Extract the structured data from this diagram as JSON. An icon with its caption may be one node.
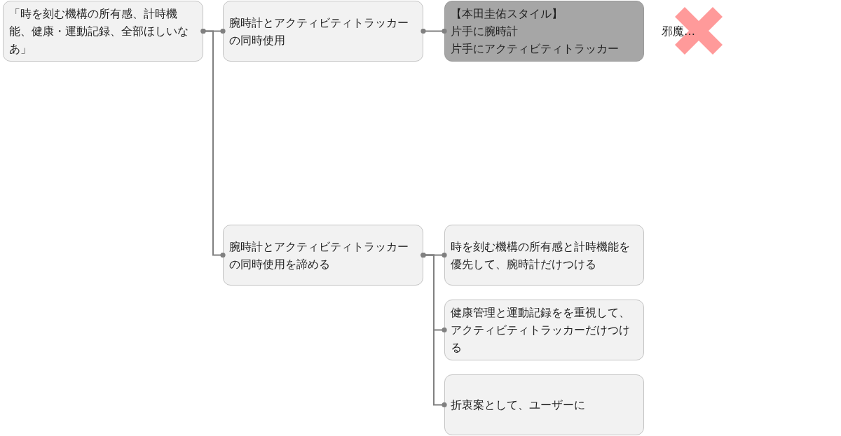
{
  "diagram": {
    "nodes": [
      {
        "text": [
          "「時を刻む機構の所有感、計時機能、健康・運動記録、全部ほしいなあ」"
        ]
      },
      {
        "text": [
          "腕時計とアクティビティトラッカーの同時使用"
        ]
      },
      {
        "text": [
          "【本田圭佑スタイル】",
          "片手に腕時計",
          "片手にアクティビティトラッカー"
        ]
      },
      {
        "text": [
          "腕時計とアクティビティトラッカーの同時使用を諦める"
        ]
      },
      {
        "text": [
          "時を刻む機構の所有感と計時機能を優先して、腕時計だけつける"
        ]
      },
      {
        "text": [
          "健康管理と運動記録をを重視して、アクティビティトラッカーだけつける"
        ]
      },
      {
        "text": [
          "折衷案として、ユーザーに"
        ]
      }
    ],
    "edges": [
      {
        "from": 0,
        "to": 1,
        "arrow": "other"
      },
      {
        "from": 0,
        "to": 3,
        "arrow": "other"
      },
      {
        "from": 1,
        "to": 2,
        "arrow": "other"
      },
      {
        "from": 3,
        "to": 4,
        "arrow": "other"
      },
      {
        "from": 3,
        "to": 5,
        "arrow": "other"
      },
      {
        "from": 3,
        "to": 6,
        "arrow": "other"
      }
    ],
    "labels": [
      "邪魔…"
    ]
  }
}
